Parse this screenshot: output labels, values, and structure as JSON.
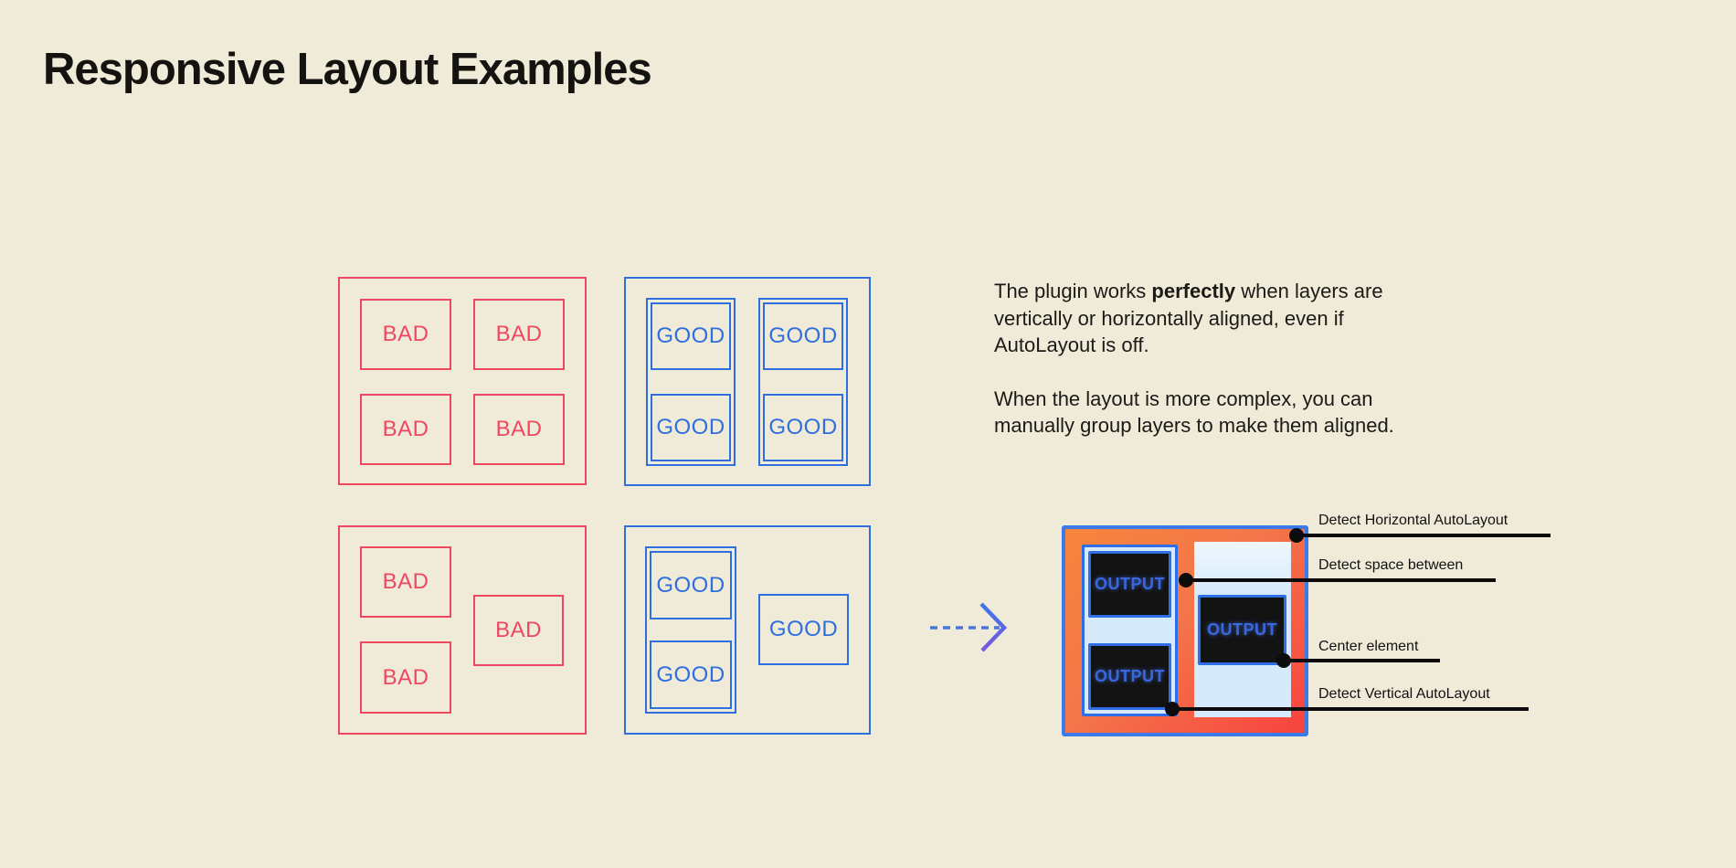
{
  "page": {
    "title": "Responsive Layout Examples"
  },
  "labels": {
    "bad": "BAD",
    "good": "GOOD",
    "output": "OUTPUT"
  },
  "description": {
    "p1_prefix": "The plugin works ",
    "p1_bold": "perfectly",
    "p1_suffix": " when layers are vertically or horizontally aligned, even if AutoLayout is off.",
    "p2": "When the layout is more complex, you can manually group layers to make them aligned."
  },
  "annotations": {
    "horizontal": "Detect Horizontal AutoLayout",
    "space_between": "Detect space between",
    "center": "Center element",
    "vertical": "Detect Vertical AutoLayout"
  },
  "colors": {
    "background": "#f0ead8",
    "bad_red": "#ee4861",
    "good_blue": "#2e6ede",
    "diagram_border_blue": "#3a7aea",
    "gradient_orange": "#f6853c",
    "gradient_red": "#f7433f",
    "light_blue": "#d7eafc",
    "dark_box": "#131313",
    "ink": "#121212"
  }
}
